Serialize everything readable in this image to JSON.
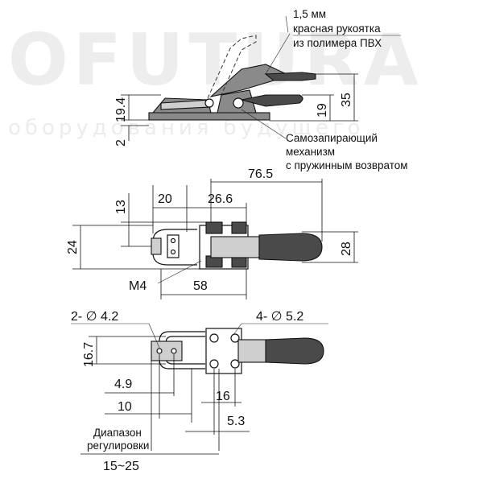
{
  "watermark": {
    "brand": "OFUTURA",
    "tagline": "оборудования будущего"
  },
  "side_view": {
    "note_handle": [
      "1,5 мм",
      "красная рукоятка",
      "из полимера ПВХ"
    ],
    "note_mechanism": [
      "Самозапирающий",
      "механизм",
      "с пружинным возвратом"
    ],
    "dims": {
      "height_body": "19.4",
      "base": "2",
      "lever": "19",
      "total": "35"
    }
  },
  "top_view": {
    "dims": {
      "length": "76.5",
      "hook_w": "20",
      "mid": "26.6",
      "gap": "13",
      "width": "24",
      "handle": "28",
      "thread": "M4",
      "base_len": "58"
    }
  },
  "bottom_view": {
    "holes_small": "2- ∅ 4.2",
    "holes_large": "4- ∅ 5.2",
    "dims": {
      "height": "16.7",
      "a": "4.9",
      "b": "10",
      "c": "16",
      "d": "5.3"
    },
    "range_label": [
      "Диапазон",
      "регулировки"
    ],
    "range_value": "15~25"
  }
}
